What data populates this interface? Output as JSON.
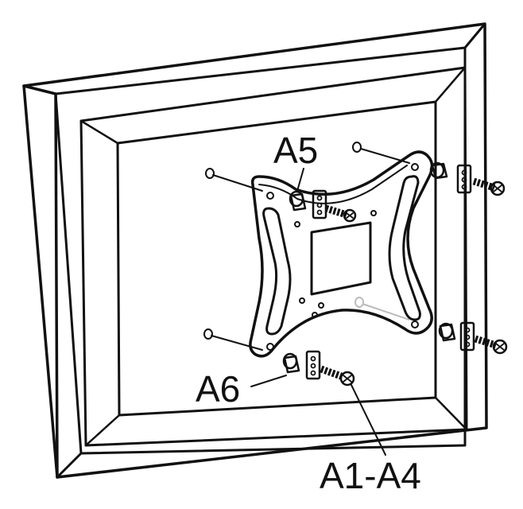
{
  "labels": {
    "spacer_top": "A5",
    "spacer_bottom": "A6",
    "screws": "A1-A4"
  }
}
